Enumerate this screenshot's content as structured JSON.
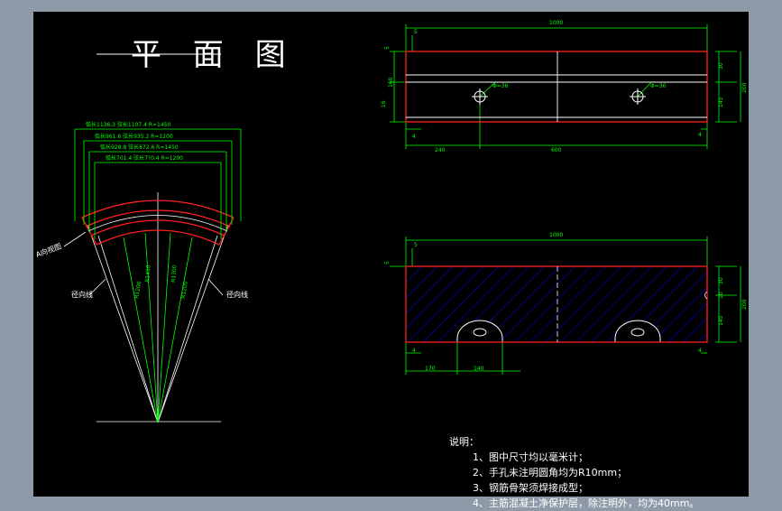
{
  "plan": {
    "title": "平 面 图",
    "arc_labels": [
      "弧长1136.3  弦长1107.4  R=1450",
      "弧长961.6  弦长935.2  R=1200",
      "弧长928.8  弦长872.6  R=1450",
      "弧长701.4  弦长7?0.4  R=1200"
    ],
    "a_view_label": "A向视图",
    "radial_label": "径向线",
    "radius_labels": [
      "R1200",
      "R1450",
      "R1200",
      "R1300"
    ]
  },
  "elev_top": {
    "width_label": "1000",
    "small_dim": "5",
    "left_dims": [
      "16",
      "160"
    ],
    "right_dims": [
      "30",
      "200",
      "145"
    ],
    "hole_labels": [
      "Φ=36",
      "Φ=36"
    ],
    "dim_bottom_left": "4",
    "dim_bottom_right": "4",
    "dim_offset": "240",
    "dim_spacing": "600",
    "top_left_small": "5"
  },
  "elev_bottom": {
    "width_label": "1000",
    "small_dim": "5",
    "top_left_small": "5",
    "right_dims": [
      "30",
      "200",
      "145",
      "10"
    ],
    "dim_bottom_left": "4",
    "dim_bottom_right": "4",
    "dim_offset": "170",
    "dim_width": "140"
  },
  "notes": {
    "heading": "说明：",
    "items": [
      "1、图中尺寸均以毫米计；",
      "2、手孔未注明圆角均为R10mm；",
      "3、钢筋骨架须焊接成型；",
      "4、主筋混凝土净保护层，除注明外，均为40mm。"
    ]
  },
  "colors": {
    "background": "#000000",
    "frame": "#8f9aa8",
    "dimension": "#00ff00",
    "outline": "#ff2020",
    "hatch": "#0000ff",
    "lines": "#ffffff"
  }
}
